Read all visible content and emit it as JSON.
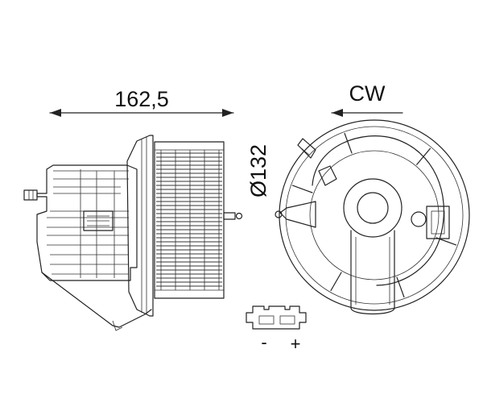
{
  "dimensions": {
    "length": "162,5",
    "diameter": "Ø132"
  },
  "rotation": {
    "label": "CW"
  },
  "connector": {
    "minus_label": "-",
    "plus_label": "+"
  }
}
